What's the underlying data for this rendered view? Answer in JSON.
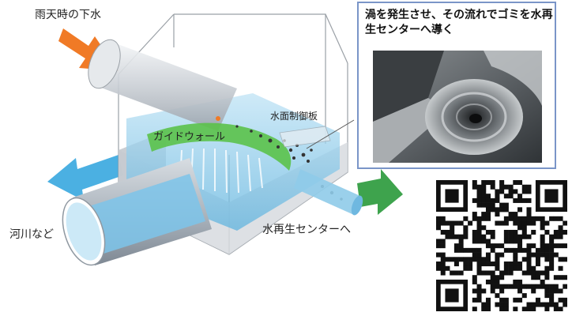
{
  "labels": {
    "rain_sewage": "雨天時の下水",
    "guide_wall": "ガイドウォール",
    "water_surface_plate": "水面制御板",
    "river": "河川など",
    "to_treatment": "水再生センターへ"
  },
  "callout": {
    "text": "渦を発生させ、その流れでゴミを水再生センターへ導く"
  },
  "colors": {
    "inflow_arrow": "#f07a26",
    "outflow_arrow": "#4bb0e2",
    "treatment_arrow": "#3ea34d",
    "guide_wall": "#5bc24a",
    "water": "#9fd3ee",
    "callout_border": "#7a95c8"
  }
}
